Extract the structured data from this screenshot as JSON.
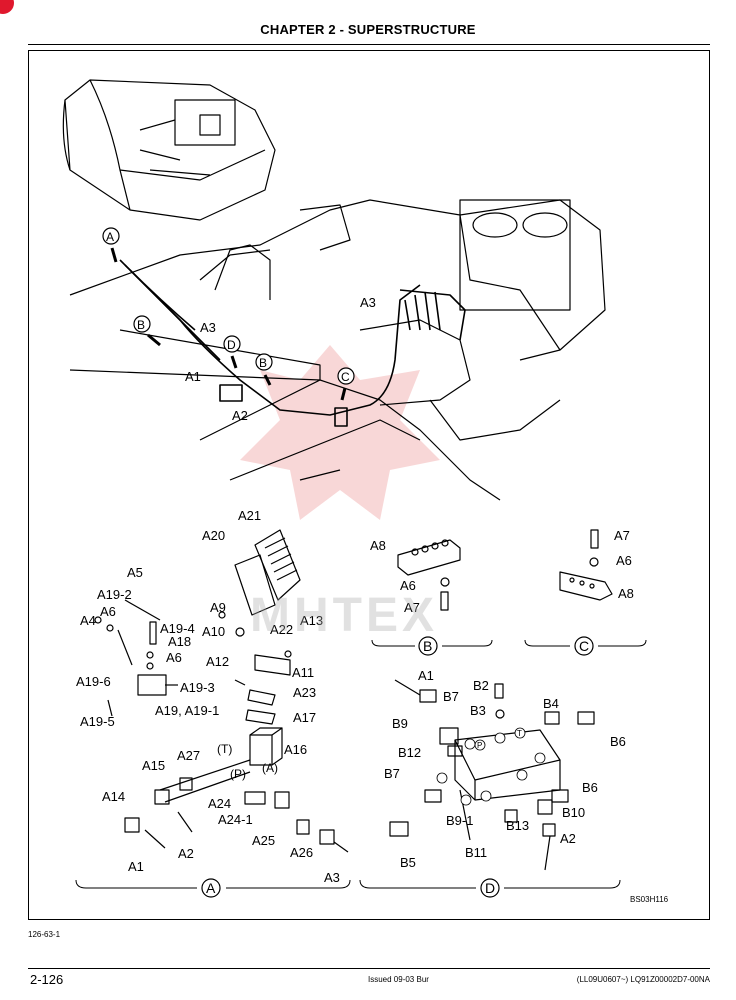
{
  "header": {
    "title": "CHAPTER 2 - SUPERSTRUCTURE"
  },
  "footer": {
    "page_number": "2-126",
    "issued": "Issued 09-03   Bur",
    "doc_code": "(LL09U0607~)   LQ91Z00002D7-00NA"
  },
  "figure_ref": "BS03H116",
  "ref_code": "126-63-1",
  "watermark_text": "MHTEX",
  "colors": {
    "watermark": "#f2b7b7",
    "badge": "#e0182d",
    "ink": "#000000"
  },
  "callouts": {
    "A": "A",
    "B": "B",
    "C": "C",
    "D": "D"
  },
  "labels": {
    "main_A3": "A3",
    "main_A1": "A1",
    "main_A2": "A2",
    "A21": "A21",
    "A20": "A20",
    "A5": "A5",
    "A19_2": "A19-2",
    "A6a": "A6",
    "A4": "A4",
    "A19_4": "A19-4",
    "A18": "A18",
    "A6b": "A6",
    "A19_6": "A19-6",
    "A19_3": "A19-3",
    "A19_5": "A19-5",
    "A19_combo": "A19, A19-1",
    "A9": "A9",
    "A10": "A10",
    "A22": "A22",
    "A13": "A13",
    "A12": "A12",
    "A11": "A11",
    "A23": "A23",
    "A17": "A17",
    "A16": "A16",
    "A15": "A15",
    "A27": "A27",
    "T": "(T)",
    "P": "(P)",
    "Aport": "(A)",
    "A14": "A14",
    "A24": "A24",
    "A24_1": "A24-1",
    "A25": "A25",
    "A26": "A26",
    "A1": "A1",
    "A2": "A2",
    "A3": "A3",
    "B_A8": "A8",
    "B_A6": "A6",
    "B_A7": "A7",
    "C_A7": "A7",
    "C_A6": "A6",
    "C_A8": "A8",
    "D_A1": "A1",
    "B7a": "B7",
    "B2": "B2",
    "B3": "B3",
    "B4": "B4",
    "B9": "B9",
    "B12": "B12",
    "B6a": "B6",
    "B7b": "B7",
    "B6b": "B6",
    "B10": "B10",
    "B9_1": "B9-1",
    "B13": "B13",
    "A2d": "A2",
    "B5": "B5",
    "B11": "B11",
    "pP": "P",
    "pT": "T"
  }
}
